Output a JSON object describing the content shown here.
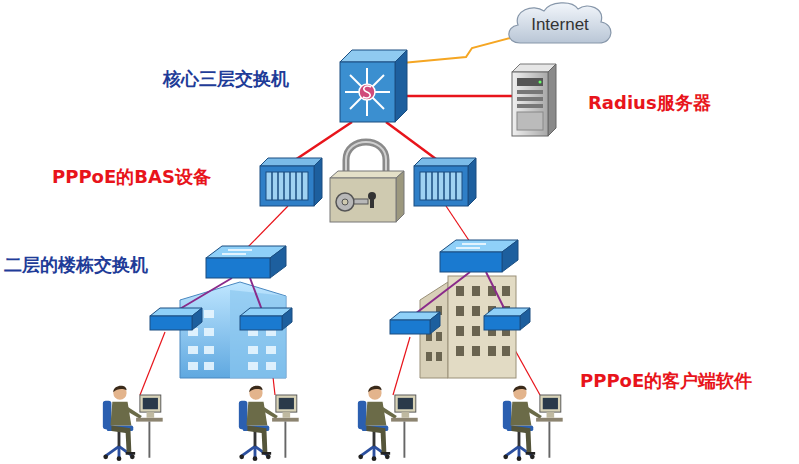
{
  "diagram": {
    "nodes": [
      {
        "text": [
          "Internet"
        ]
      }
    ],
    "labels": [
      "核心三层交换机",
      "Radius服务器",
      "PPPoE的BAS设备",
      "二层的楼栋交换机",
      "PPPoE的客户端软件"
    ]
  }
}
